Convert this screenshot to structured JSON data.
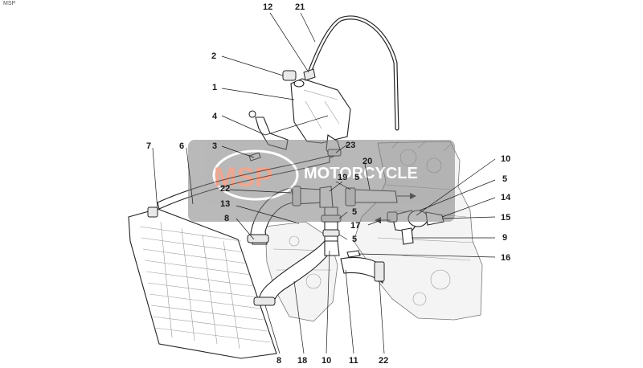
{
  "corner_mark": "MSP",
  "watermark": {
    "logo_text": "MSP",
    "brand_text": "MOTORCYCLE",
    "fill_color": "#7f7f7f",
    "accent_color": "#e0603a"
  },
  "callouts": {
    "c12": "12",
    "c21": "21",
    "c2": "2",
    "c1": "1",
    "c4": "4",
    "c3": "3",
    "c23": "23",
    "c7": "7",
    "c6": "6",
    "c20": "20",
    "c10_top": "10",
    "c19": "19",
    "c5_top": "5",
    "c5_right": "5",
    "c22_top": "22",
    "c14": "14",
    "c13": "13",
    "c5_mid": "5",
    "c15": "15",
    "c8_top": "8",
    "c17": "17",
    "c5_low": "5",
    "c9": "9",
    "c16": "16",
    "c8_bottom": "8",
    "c18": "18",
    "c10_bottom": "10",
    "c11": "11",
    "c22_bottom": "22"
  }
}
